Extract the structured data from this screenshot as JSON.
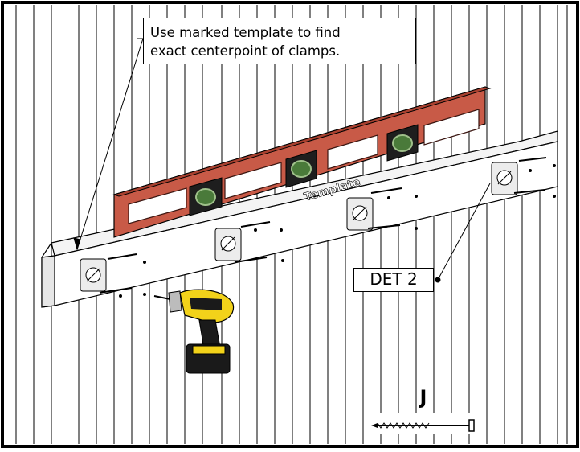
{
  "note": {
    "line1": "Use marked template to find",
    "line2": "exact centerpoint of clamps."
  },
  "level_label": "Template",
  "detail_callout": "DET 2",
  "screw_label": "J",
  "colors": {
    "level_body": "#c85a47",
    "level_dark": "#3a1510",
    "vial": "#4a7a3a",
    "drill_yellow": "#f2d21a",
    "drill_black": "#1a1a1a"
  }
}
